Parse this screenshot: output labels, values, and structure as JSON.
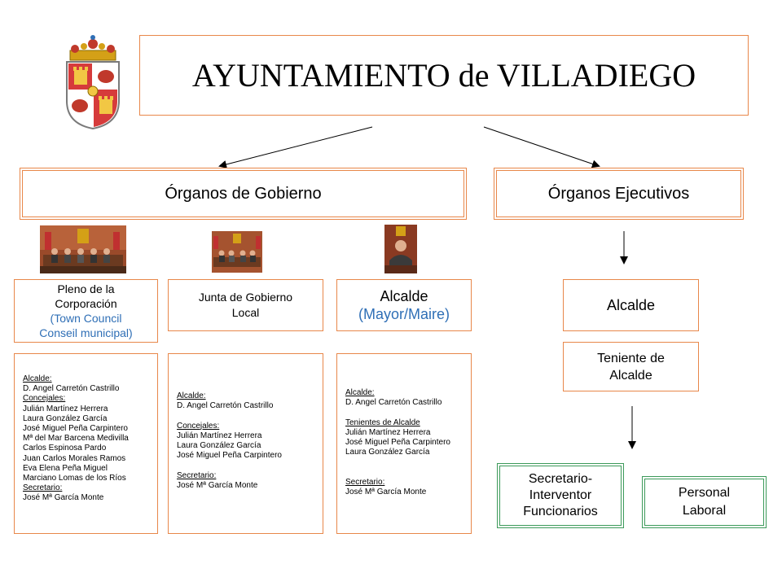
{
  "title": "AYUNTAMIENTO de VILLADIEGO",
  "branches": {
    "gobierno": "Órganos de Gobierno",
    "ejecutivos": "Órganos Ejecutivos"
  },
  "bodies": {
    "pleno": {
      "line1": "Pleno de la",
      "line2": "Corporación",
      "line3": "(Town Council",
      "line4": "Conseil municipal)"
    },
    "junta": {
      "line1": "Junta de Gobierno",
      "line2": "Local"
    },
    "alcalde": {
      "line1": "Alcalde",
      "line2": "(Mayor/Maire)"
    }
  },
  "pleno_members": {
    "alcalde_heading": "Alcalde:",
    "alcalde_name": "D. Angel Carretón Castrillo",
    "concejales_heading": "Concejales:",
    "concejales": [
      "Julián Martínez Herrera",
      "Laura González García",
      "José Miguel Peña Carpintero",
      "Mª del Mar Barcena Medivilla",
      "Carlos Espinosa Pardo",
      "Juan Carlos Morales Ramos",
      "Eva Elena Peña Miguel",
      "Marciano Lomas de los Ríos"
    ],
    "secretario_heading": "Secretario:",
    "secretario_name": "José Mª García Monte"
  },
  "junta_members": {
    "alcalde_heading": "Alcalde:",
    "alcalde_name": "D. Angel Carretón Castrillo",
    "concejales_heading": "Concejales:",
    "concejales": [
      "Julián Martínez Herrera",
      "Laura González García",
      "José Miguel Peña Carpintero"
    ],
    "secretario_heading": "Secretario:",
    "secretario_name": "José Mª García Monte"
  },
  "alcalde_members": {
    "alcalde_heading": "Alcalde:",
    "alcalde_name": "D. Angel Carretón Castrillo",
    "tenientes_heading": "Tenientes de Alcalde",
    "tenientes": [
      "Julián Martínez Herrera",
      "José Miguel Peña Carpintero",
      "Laura González García"
    ],
    "secretario_heading": "Secretario:",
    "secretario_name": "José Mª García Monte"
  },
  "executive": {
    "alcalde": "Alcalde",
    "teniente_line1": "Teniente de",
    "teniente_line2": "Alcalde",
    "secretario_line1": "Secretario-",
    "secretario_line2": "Interventor",
    "secretario_line3": "Funcionarios",
    "personal_line1": "Personal",
    "personal_line2": "Laboral"
  },
  "colors": {
    "border_orange": "#e8874a",
    "border_green": "#3c9a5a",
    "accent_blue": "#2f6fb6"
  }
}
